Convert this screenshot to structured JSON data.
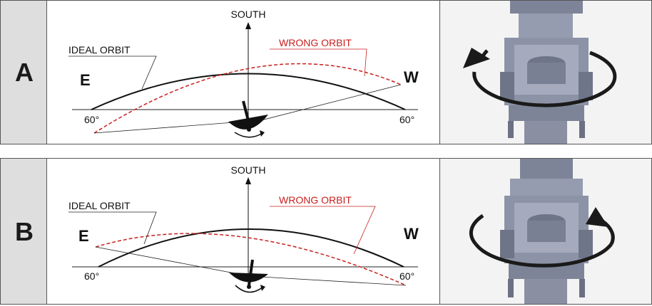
{
  "panels": [
    {
      "letter": "A",
      "south": "SOUTH",
      "ideal": "IDEAL ORBIT",
      "wrong": "WRONG ORBIT",
      "east": "E",
      "west": "W",
      "angle_left": "60°",
      "angle_right": "60°",
      "rotation": "clockwise"
    },
    {
      "letter": "B",
      "south": "SOUTH",
      "ideal": "IDEAL ORBIT",
      "wrong": "WRONG ORBIT",
      "east": "E",
      "west": "W",
      "angle_left": "60°",
      "angle_right": "60°",
      "rotation": "counterclockwise"
    }
  ],
  "colors": {
    "ideal_orbit": "#111111",
    "wrong_orbit": "#c8201e",
    "letter_cell": "#dedede",
    "mount": "#8c93a6"
  }
}
